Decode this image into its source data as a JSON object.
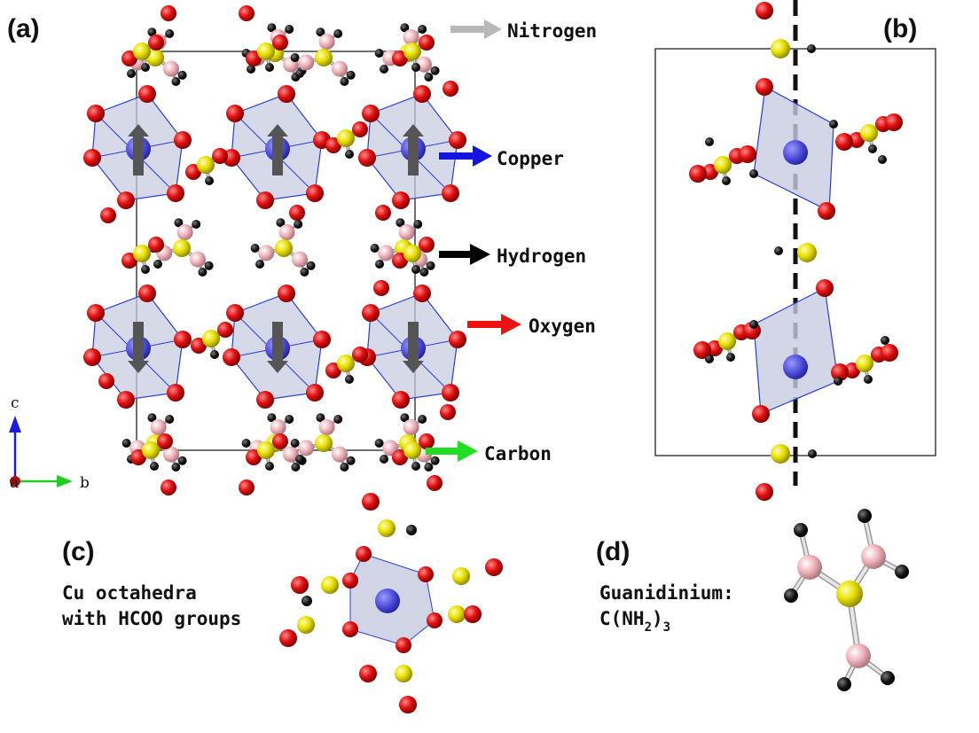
{
  "panels": {
    "a": "(a)",
    "b": "(b)",
    "c": "(c)",
    "d": "(d)"
  },
  "legend": [
    {
      "label": "Nitrogen",
      "color": "#b8b8b8"
    },
    {
      "label": "Copper",
      "color": "#1414e0"
    },
    {
      "label": "Hydrogen",
      "color": "#000000"
    },
    {
      "label": "Oxygen",
      "color": "#ee1111"
    },
    {
      "label": "Carbon",
      "color": "#22dd22"
    }
  ],
  "axes": {
    "c": "c",
    "a": "a",
    "b": "b"
  },
  "caption_c": {
    "line1": "Cu octahedra",
    "line2": "with HCOO groups"
  },
  "caption_d": {
    "line1": "Guanidinium:",
    "line2_prefix": "C(NH",
    "line2_sub1": "2",
    "line2_close": ")",
    "line2_sub2": "3"
  },
  "atom_colors": {
    "oxygen": "#e01010",
    "carbon": "#e8e000",
    "nitrogen": "#f0b4bc",
    "hydrogen": "#111111",
    "copper": "#4a4ad8",
    "polyhedron": "#c8cce0"
  },
  "spin_pattern": [
    "up",
    "up",
    "up",
    "down",
    "down",
    "down"
  ]
}
